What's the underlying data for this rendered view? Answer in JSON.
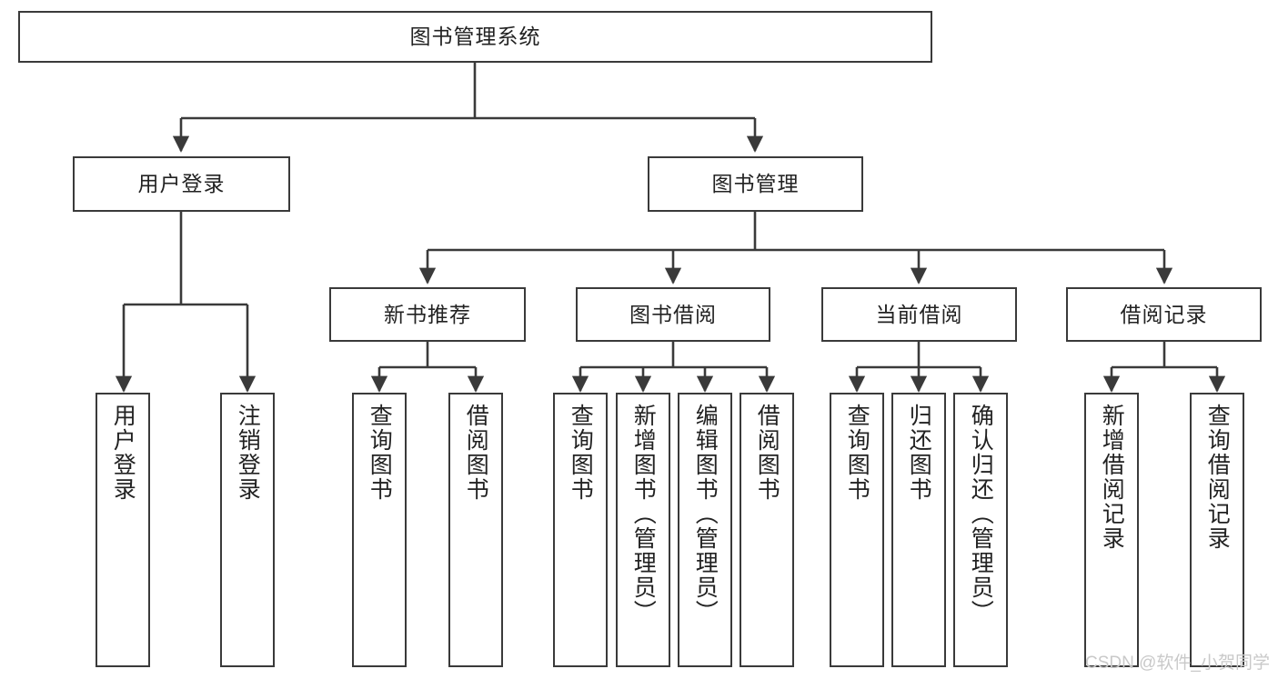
{
  "diagram": {
    "type": "tree-hierarchy",
    "title": "图书管理系统",
    "background_color": "#ffffff",
    "line_color": "#3a3a3a",
    "box_border_color": "#3a3a3a",
    "box_fill_color": "#ffffff",
    "text_color": "#222222"
  },
  "nodes": {
    "root": {
      "label": "图书管理系统",
      "level": 1
    },
    "level2": [
      {
        "id": "user-login",
        "label": "用户登录"
      },
      {
        "id": "book-management",
        "label": "图书管理"
      }
    ],
    "level3": [
      {
        "id": "new-book-recommend",
        "label": "新书推荐",
        "parent": "book-management"
      },
      {
        "id": "book-borrow",
        "label": "图书借阅",
        "parent": "book-management"
      },
      {
        "id": "current-borrow",
        "label": "当前借阅",
        "parent": "book-management"
      },
      {
        "id": "borrow-record",
        "label": "借阅记录",
        "parent": "book-management"
      }
    ],
    "leaves": [
      {
        "id": "leaf-user-login",
        "label": "用户登录",
        "parent": "user-login"
      },
      {
        "id": "leaf-logout",
        "label": "注销登录",
        "parent": "user-login"
      },
      {
        "id": "leaf-query-book-1",
        "label": "查询图书",
        "parent": "new-book-recommend"
      },
      {
        "id": "leaf-borrow-book-1",
        "label": "借阅图书",
        "parent": "new-book-recommend"
      },
      {
        "id": "leaf-query-book-2",
        "label": "查询图书",
        "parent": "book-borrow"
      },
      {
        "id": "leaf-add-book",
        "label": "新增图书（管理员）",
        "parent": "book-borrow"
      },
      {
        "id": "leaf-edit-book",
        "label": "编辑图书（管理员）",
        "parent": "book-borrow"
      },
      {
        "id": "leaf-borrow-book-2",
        "label": "借阅图书",
        "parent": "book-borrow"
      },
      {
        "id": "leaf-query-book-3",
        "label": "查询图书",
        "parent": "current-borrow"
      },
      {
        "id": "leaf-return-book",
        "label": "归还图书",
        "parent": "current-borrow"
      },
      {
        "id": "leaf-confirm-return",
        "label": "确认归还（管理员）",
        "parent": "current-borrow"
      },
      {
        "id": "leaf-add-record",
        "label": "新增借阅记录",
        "parent": "borrow-record"
      },
      {
        "id": "leaf-query-record",
        "label": "查询借阅记录",
        "parent": "borrow-record"
      }
    ]
  },
  "watermark": {
    "text": "CSDN @软件_小贺同学"
  }
}
